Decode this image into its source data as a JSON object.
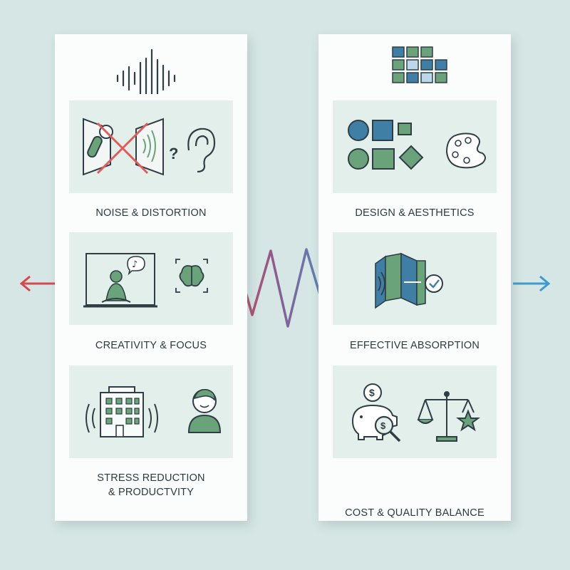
{
  "left_column": {
    "items": [
      {
        "label": "NOISE & DISTORTION",
        "icon": "noise-distortion-icon"
      },
      {
        "label": "CREATIVITY & FOCUS",
        "icon": "meditation-focus-icon"
      },
      {
        "label_line1": "STRESS REDUCTION",
        "label_line2": "& PRODUCTVITY",
        "icon": "building-person-icon"
      }
    ],
    "header_icon": "sound-wave-icon"
  },
  "right_column": {
    "items": [
      {
        "label": "DESIGN & AESTHETICS",
        "icon": "shapes-palette-icon"
      },
      {
        "label": "EFFECTIVE ABSORPTION",
        "icon": "acoustic-panel-icon"
      },
      {
        "label": "COST & QUALITY BALANCE",
        "icon": "piggy-bank-scale-icon"
      }
    ],
    "header_icon": "tile-grid-icon"
  },
  "colors": {
    "background": "#d5e6e4",
    "card": "#e3efeb",
    "left_accent": "#d9474b",
    "right_accent": "#3c9ccf",
    "icon_green": "#6aa27a",
    "icon_blue": "#3f7fa6",
    "ink": "#2e3a40"
  }
}
